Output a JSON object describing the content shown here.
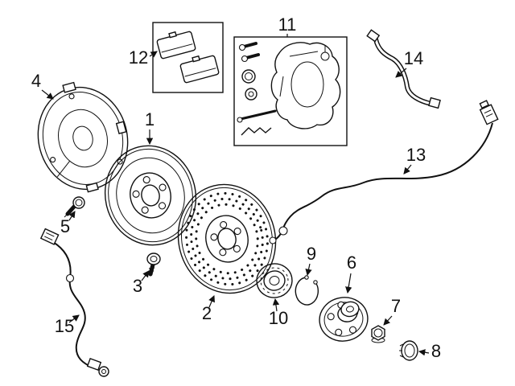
{
  "figure": {
    "background_color": "#ffffff",
    "line_color": "#111111"
  },
  "callouts": {
    "c1": "1",
    "c2": "2",
    "c3": "3",
    "c4": "4",
    "c5": "5",
    "c6": "6",
    "c7": "7",
    "c8": "8",
    "c9": "9",
    "c10": "10",
    "c11": "11",
    "c12": "12",
    "c13": "13",
    "c14": "14",
    "c15": "15"
  }
}
